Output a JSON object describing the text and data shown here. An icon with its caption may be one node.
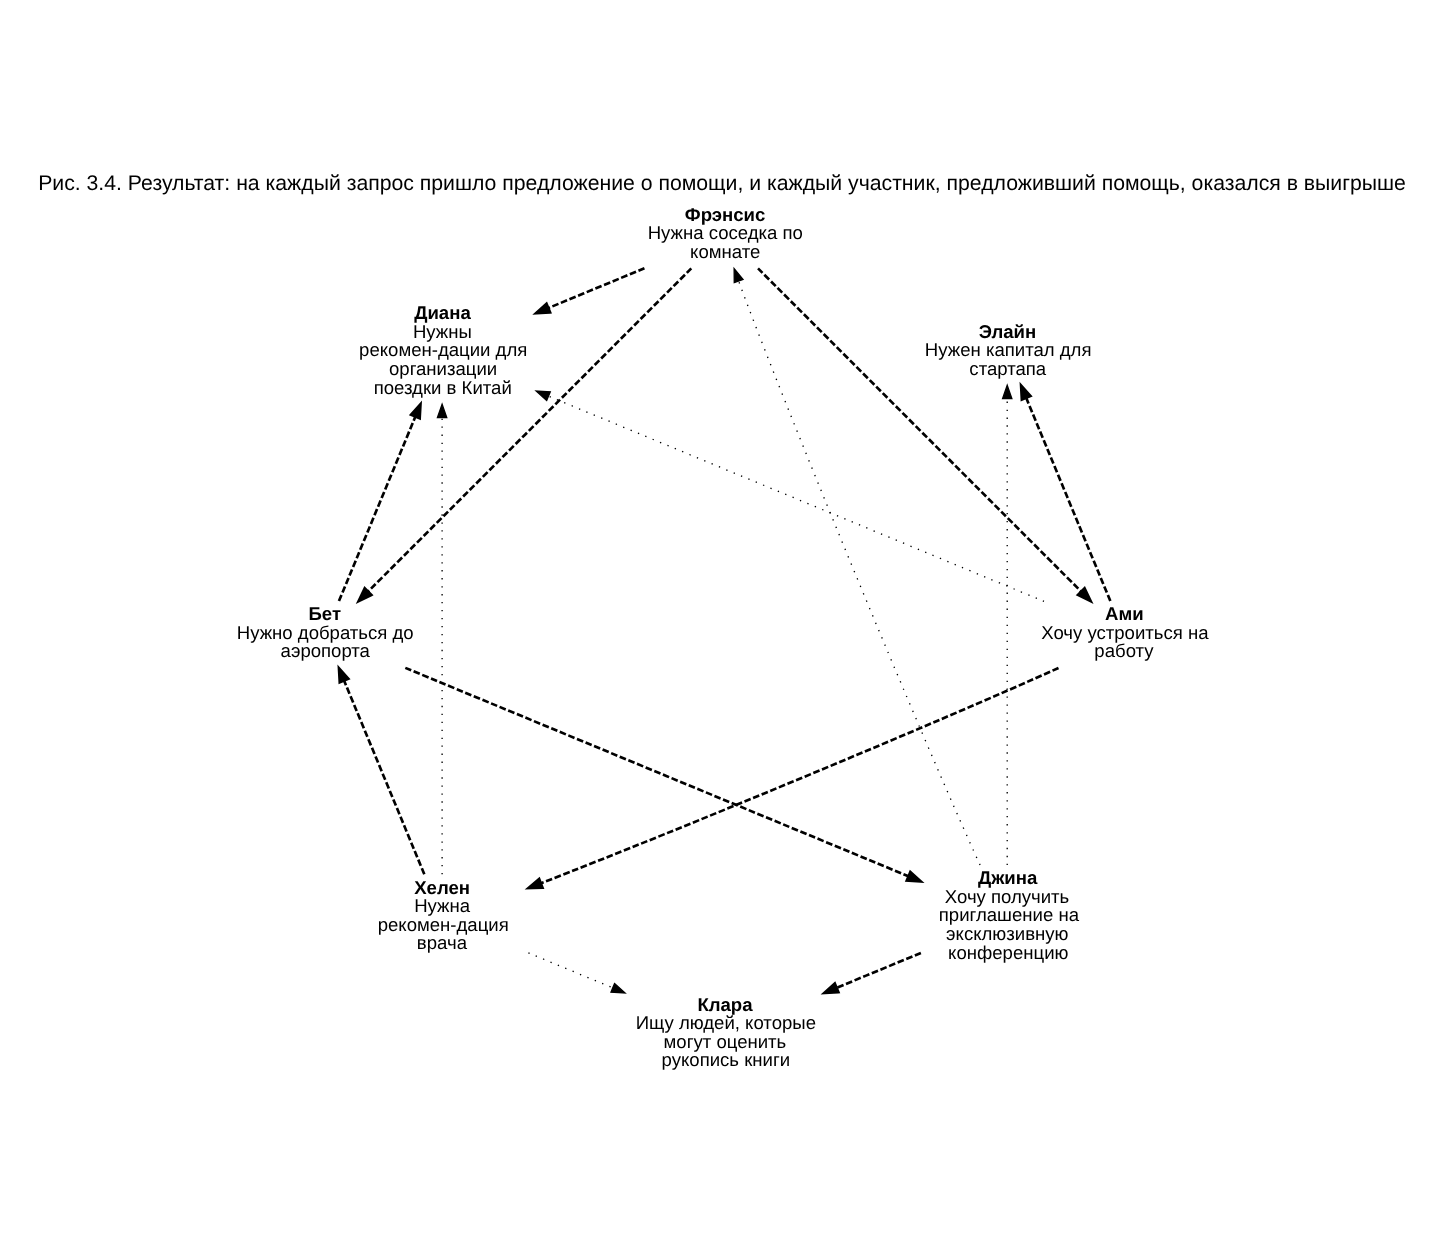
{
  "diagram": {
    "title": "Рис. 3.4. Результат: на каждый запрос пришло предложение о помощи, и каждый участник, предложивший помощь, оказался в выигрыше",
    "nodes": [
      {
        "text": [
          "Ами",
          "Хочу устроиться на работу"
        ]
      },
      {
        "text": [
          "Бет",
          "Нужно добраться до аэропорта"
        ]
      },
      {
        "text": [
          "Клара",
          "Ищу людей, которые могут оценить рукопись книги"
        ]
      },
      {
        "text": [
          "Диана",
          "Нужны рекомен-дации для организации поездки в Китай"
        ]
      },
      {
        "text": [
          "Элайн",
          "Нужен капитал для стартапа"
        ]
      },
      {
        "text": [
          "Фрэнсис",
          "Нужна соседка по комнате"
        ]
      },
      {
        "text": [
          "Джина",
          "Хочу получить приглашение на эксклюзивную конференцию"
        ]
      },
      {
        "text": [
          "Хелен",
          "Нужна рекомен-дация врача"
        ]
      }
    ],
    "edges": [
      {
        "from": 0,
        "to": 7,
        "arrow": "to",
        "style": "dashed"
      },
      {
        "from": 0,
        "to": 4,
        "arrow": "to",
        "style": "dashed"
      },
      {
        "from": 5,
        "to": 0,
        "arrow": "to",
        "style": "dashed"
      },
      {
        "from": 7,
        "to": 1,
        "arrow": "to",
        "style": "dashed"
      },
      {
        "from": 1,
        "to": 6,
        "arrow": "to",
        "style": "dashed"
      },
      {
        "from": 5,
        "to": 1,
        "arrow": "to",
        "style": "dashed"
      },
      {
        "from": 1,
        "to": 3,
        "arrow": "to",
        "style": "dashed"
      },
      {
        "from": 6,
        "to": 2,
        "arrow": "to",
        "style": "dashed"
      },
      {
        "from": 5,
        "to": 3,
        "arrow": "to",
        "style": "dashed"
      },
      {
        "from": 7,
        "to": 2,
        "arrow": "to"
      },
      {
        "from": 6,
        "to": 5,
        "arrow": "to"
      },
      {
        "from": 7,
        "to": 3,
        "arrow": "to"
      },
      {
        "from": 0,
        "to": 3,
        "arrow": "to"
      },
      {
        "from": 6,
        "to": 4,
        "arrow": "to"
      }
    ]
  }
}
